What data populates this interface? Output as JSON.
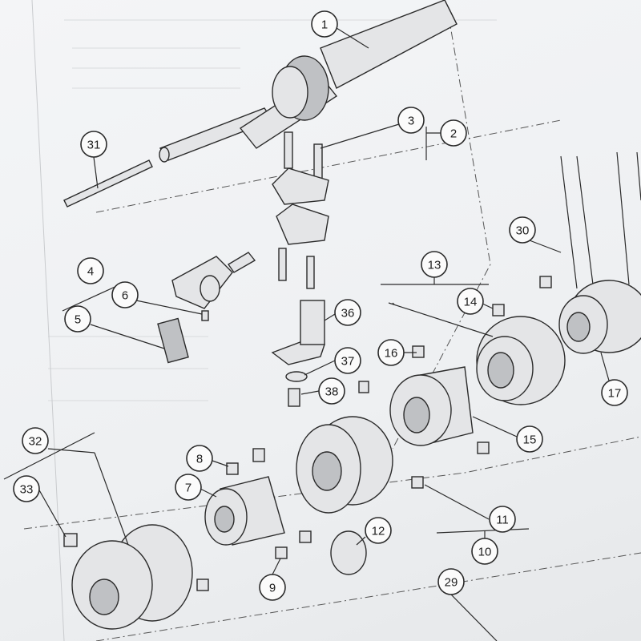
{
  "diagram": {
    "title": "Exploded parts diagram",
    "callouts": {
      "c1": "1",
      "c2": "2",
      "c3": "3",
      "c4": "4",
      "c5": "5",
      "c6": "6",
      "c7": "7",
      "c8": "8",
      "c9": "9",
      "c10": "10",
      "c11": "11",
      "c12": "12",
      "c13": "13",
      "c14": "14",
      "c15": "15",
      "c16": "16",
      "c17": "17",
      "c29": "29",
      "c30": "30",
      "c31": "31",
      "c32": "32",
      "c33": "33",
      "c36": "36",
      "c37": "37",
      "c38": "38"
    }
  }
}
